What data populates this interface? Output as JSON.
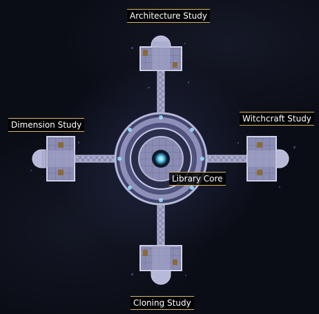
{
  "map": {
    "rooms": {
      "architecture": {
        "label": "Architecture Study"
      },
      "dimension": {
        "label": "Dimension Study"
      },
      "witchcraft": {
        "label": "Witchcraft Study"
      },
      "core": {
        "label": "Library Core"
      },
      "cloning": {
        "label": "Cloning Study"
      }
    },
    "colors": {
      "background": "#0b0d16",
      "floor": "#8e90b8",
      "floor_light": "#b7b9d8",
      "glow": "#6fd8ff",
      "label_border": "#d8b860",
      "label_text": "#ffffff"
    }
  }
}
